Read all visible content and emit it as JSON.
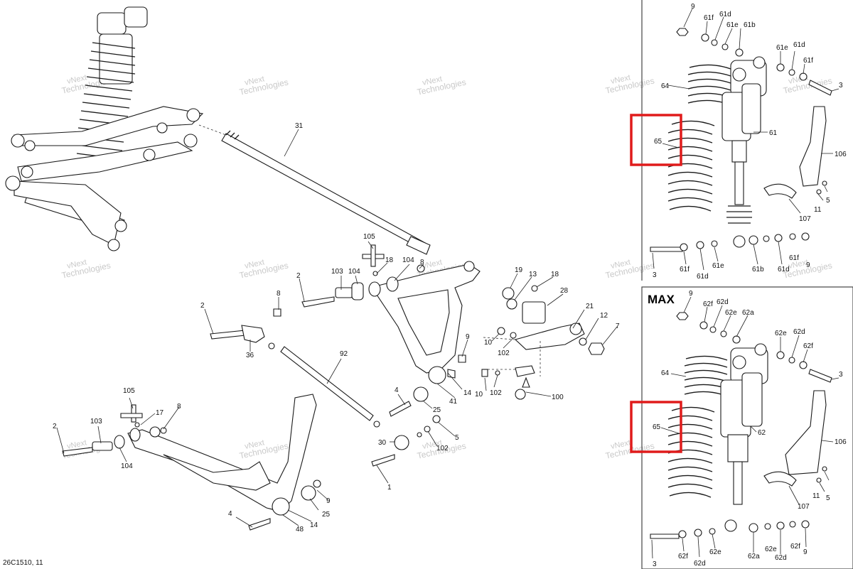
{
  "diagram": {
    "reference_code": "26C1510, 11",
    "max_panel_title": "MAX",
    "watermark_text": [
      "vNext",
      "Technologies"
    ],
    "highlight_color": "#e01b1b",
    "callouts": {
      "c31": "31",
      "c105a": "105",
      "c18a": "18",
      "c104a": "104",
      "c103a": "103",
      "c104b": "104",
      "c8a": "8",
      "c2a": "2",
      "c8b": "8",
      "c2b": "2",
      "c36": "36",
      "c92": "92",
      "c19": "19",
      "c13": "13",
      "c18b": "18",
      "c28": "28",
      "c21": "21",
      "c12": "12",
      "c7": "7",
      "c10a": "10",
      "c102a": "102",
      "c9a": "9",
      "c14a": "14",
      "c41": "41",
      "c10b": "10",
      "c102b": "102",
      "c100": "100",
      "c4a": "4",
      "c25a": "25",
      "c5a": "5",
      "c30": "30",
      "c102c": "102",
      "c1": "1",
      "c105b": "105",
      "c17": "17",
      "c8c": "8",
      "c103b": "103",
      "c2c": "2",
      "c104c": "104",
      "c9b": "9",
      "c25b": "25",
      "c14b": "14",
      "c4b": "4",
      "c48": "48",
      "t9": "9",
      "t61f": "61f",
      "t61d": "61d",
      "t61e": "61e",
      "t61b": "61b",
      "t61e2": "61e",
      "t61d2": "61d",
      "t61f2": "61f",
      "t3a": "3",
      "t64a": "64",
      "t61": "61",
      "t65a": "65",
      "t106a": "106",
      "t5a": "5",
      "t11a": "11",
      "t107a": "107",
      "t3b": "3",
      "t61f3": "61f",
      "t61d3": "61d",
      "t61e3": "61e",
      "t61b2": "61b",
      "t61d4": "61d",
      "t61f4": "61f",
      "t9b": "9",
      "m9": "9",
      "m62f": "62f",
      "m62d": "62d",
      "m62e": "62e",
      "m62a": "62a",
      "m62e2": "62e",
      "m62d2": "62d",
      "m62f2": "62f",
      "m3a": "3",
      "m64": "64",
      "m62": "62",
      "m65": "65",
      "m106": "106",
      "m5": "5",
      "m11": "11",
      "m107": "107",
      "m3b": "3",
      "m62f3": "62f",
      "m62d3": "62d",
      "m62e3": "62e",
      "m62a2": "62a",
      "m62e4": "62e",
      "m62d4": "62d",
      "m62f4": "62f",
      "m9b": "9"
    }
  }
}
